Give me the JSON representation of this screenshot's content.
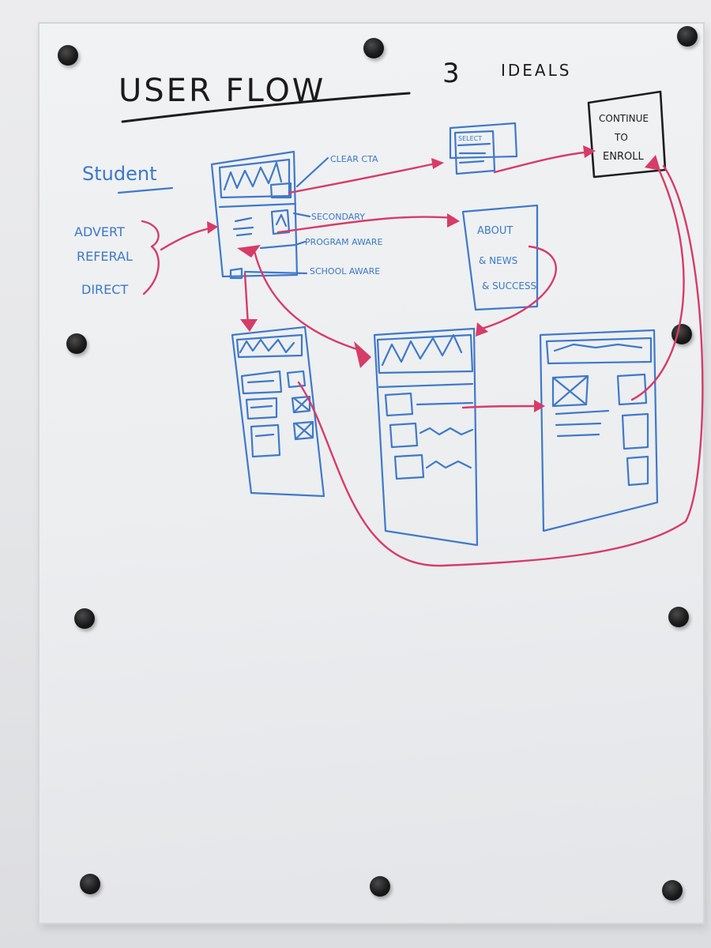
{
  "title": "USER FLOW",
  "number": "3",
  "ideas": "IDEALS",
  "persona": "Student",
  "sources": [
    "ADVERT",
    "REFERAL",
    "DIRECT"
  ],
  "annotations": {
    "clear_cta": "CLEAR CTA",
    "secondary": "SECONDARY",
    "program_aware": "PROGRAM AWARE",
    "school_aware": "SCHOOL AWARE"
  },
  "page_labels": {
    "select": "SELECT",
    "about": [
      "ABOUT",
      "& NEWS",
      "& SUCCESS"
    ],
    "goal": [
      "CONTINUE",
      "TO",
      "ENROLL"
    ]
  },
  "colors": {
    "blue_marker": "#3e79c9",
    "red_marker": "#d63c68",
    "black_marker": "#1d1d1d"
  }
}
